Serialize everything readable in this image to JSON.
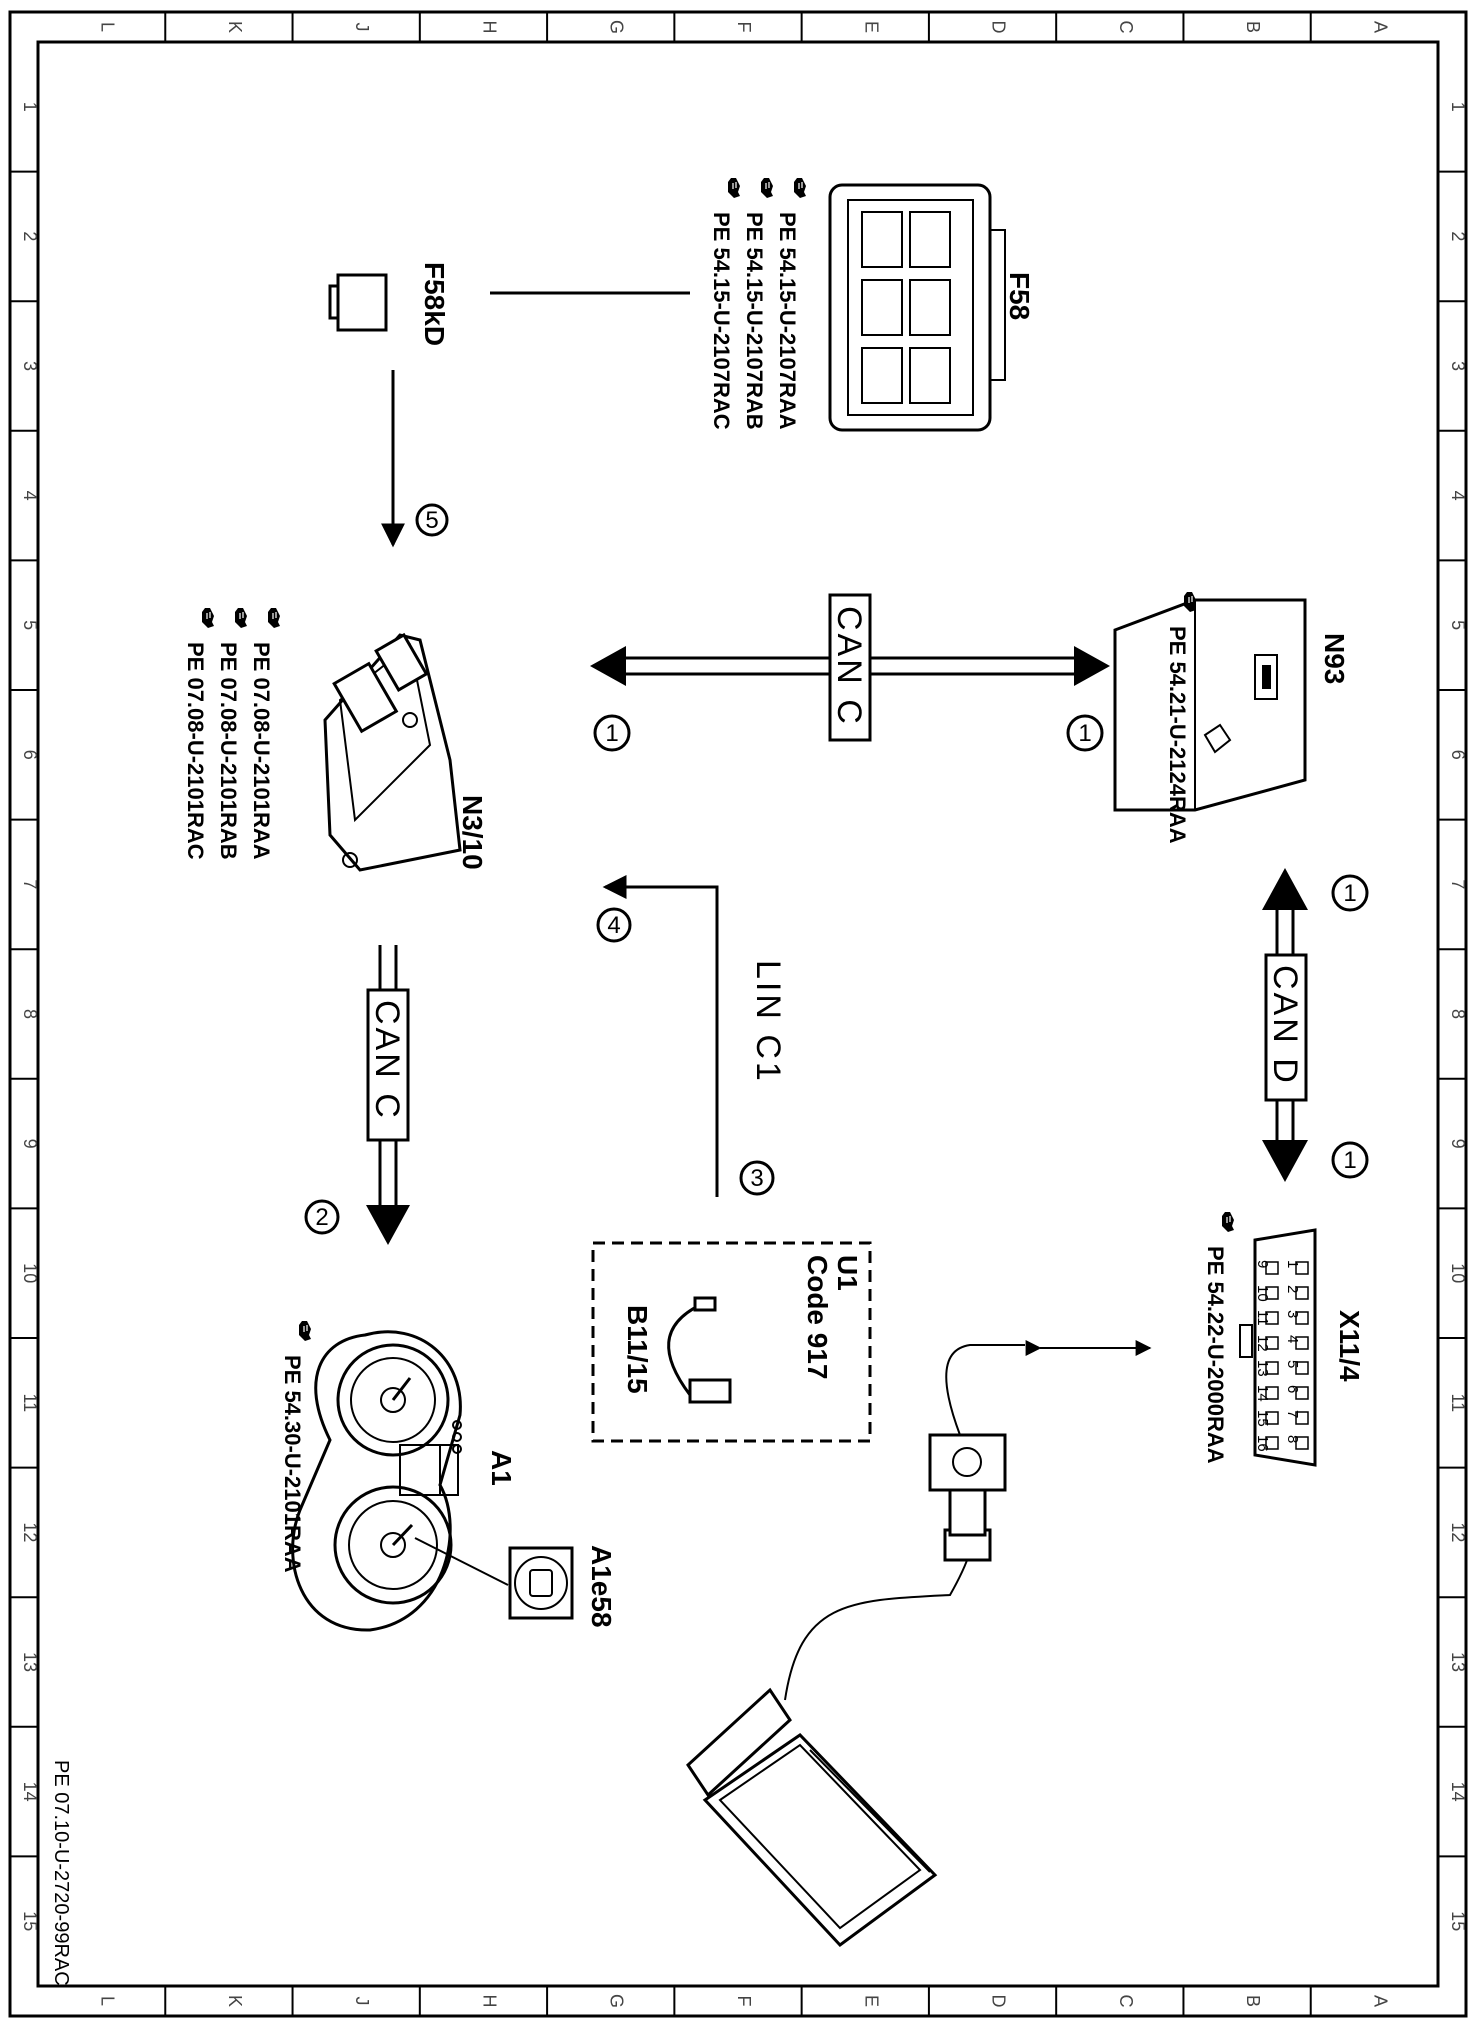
{
  "grid": {
    "columns": [
      "L",
      "K",
      "J",
      "H",
      "G",
      "F",
      "E",
      "D",
      "C",
      "B",
      "A"
    ],
    "rows": [
      "1",
      "2",
      "3",
      "4",
      "5",
      "6",
      "7",
      "8",
      "9",
      "10",
      "11",
      "12",
      "13",
      "14",
      "15"
    ]
  },
  "components": {
    "f58": {
      "label": "F58",
      "refs": [
        "PE  54.15-U-2107RAA",
        "PE  54.15-U-2107RAB",
        "PE  54.15-U-2107RAC"
      ]
    },
    "f58kd": {
      "label": "F58kD"
    },
    "n93": {
      "label": "N93",
      "refs": [
        "PE  54.21-U-2124RAA"
      ]
    },
    "n3_10": {
      "label": "N3/10",
      "refs": [
        "PE  07.08-U-2101RAA",
        "PE  07.08-U-2101RAB",
        "PE  07.08-U-2101RAC"
      ]
    },
    "x11_4": {
      "label": "X11/4",
      "refs": [
        "PE  54.22-U-2000RAA"
      ],
      "pins_top": [
        "1",
        "2",
        "3",
        "4",
        "5",
        "6",
        "7",
        "8"
      ],
      "pins_bottom": [
        "9",
        "10",
        "11",
        "12",
        "13",
        "14",
        "15",
        "16"
      ]
    },
    "u1": {
      "label": "U1",
      "code": "Code  917",
      "sensor": "B11/15"
    },
    "a1": {
      "label": "A1",
      "refs": [
        "PE  54.30-U-2101RAA"
      ]
    },
    "a1e58": {
      "label": "A1e58"
    }
  },
  "buses": {
    "can_c_horizontal": "CAN  C",
    "can_c_vertical": "CAN  C",
    "can_d": "CAN  D",
    "lin_c1": "LIN  C1"
  },
  "markers": {
    "m1_left": "1",
    "m1_right": "1",
    "m1_top": "1",
    "m1_bottom": "1",
    "m2": "2",
    "m3": "3",
    "m4": "4",
    "m5": "5"
  },
  "doc_id": "PE 07.10-U-2720-99RAC",
  "icons": [
    "pointing-hand-icon",
    "laptop-icon",
    "obd-connector-icon",
    "control-unit-icon",
    "fuse-box-icon",
    "relay-icon",
    "instrument-cluster-icon",
    "warning-lamp-icon"
  ]
}
